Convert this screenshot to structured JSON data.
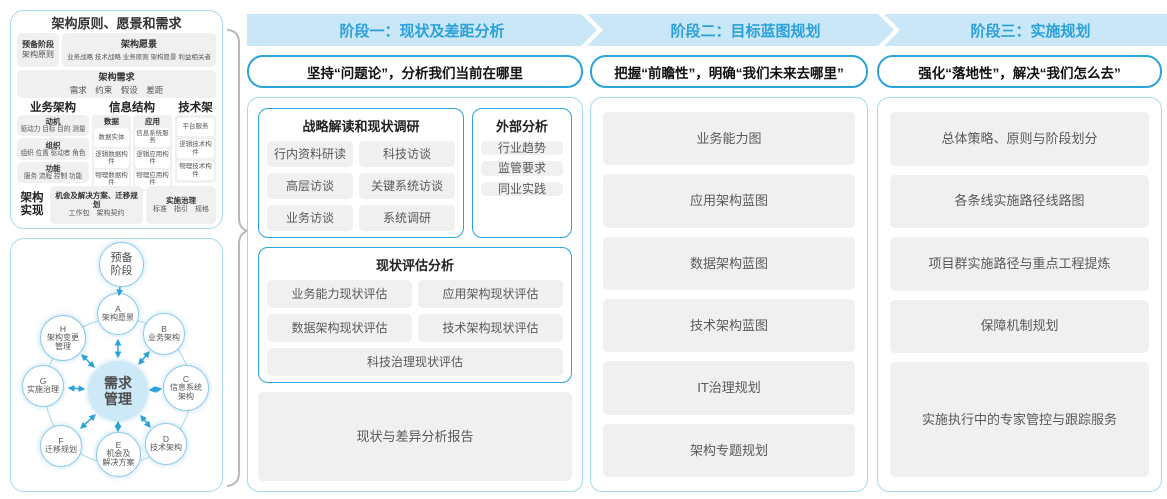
{
  "arch_panel": {
    "title": "架构原则、愿景和需求",
    "prep_line1": "预备阶段",
    "prep_line2": "架构原则",
    "vision_title": "架构愿景",
    "vision_items": "业务战略 技术战略 业务原则 架构愿景 利益相关者",
    "req_title": "架构需求",
    "req_items": "需求　约束　假设　差距",
    "business": {
      "title": "业务架构",
      "g0_title": "动机",
      "g0_items": "驱动力 目标 目的 测量",
      "g1_title": "组织",
      "g1_items": "组织 位置 驱动者 角色",
      "g2_title": "功能",
      "g2_items": "服务 流程 控制 功能"
    },
    "info": {
      "title": "信息结构",
      "data_title": "数据",
      "data_items": [
        "数据实体",
        "逻辑数据构件",
        "物理数据构件"
      ],
      "app_title": "应用",
      "app_items": [
        "信息系统服务",
        "逻辑应用构件",
        "物理应用构件"
      ]
    },
    "tech": {
      "title": "技术架构",
      "items": [
        "平台服务",
        "逻辑技术构件",
        "物理技术构件"
      ]
    },
    "impl": {
      "label": "架构实现",
      "box1_title": "机会及解决方案、迁移规划",
      "box1_items": "工作包　架构契约",
      "box2_title": "实施治理",
      "box2_items": "标准　指引　规格"
    }
  },
  "cycle": {
    "prep": "预备\n阶段",
    "center": "需求\n管理",
    "nodes": [
      {
        "id": "A",
        "label": "架构愿景"
      },
      {
        "id": "B",
        "label": "业务架构"
      },
      {
        "id": "C",
        "label": "信息系统\n架构"
      },
      {
        "id": "D",
        "label": "技术架构"
      },
      {
        "id": "E",
        "label": "机会及\n解决方案"
      },
      {
        "id": "F",
        "label": "迁移规划"
      },
      {
        "id": "G",
        "label": "实施治理"
      },
      {
        "id": "H",
        "label": "架构变更\n管理"
      }
    ]
  },
  "phase1": {
    "header": "阶段一：现状及差距分析",
    "subtitle": "坚持“问题论”，分析我们当前在哪里",
    "survey": {
      "title": "战略解读和现状调研",
      "items": [
        "行内资料研读",
        "科技访谈",
        "高层访谈",
        "关键系统访谈",
        "业务访谈",
        "系统调研"
      ]
    },
    "external": {
      "title": "外部分析",
      "items": [
        "行业趋势",
        "监管要求",
        "同业实践"
      ]
    },
    "assess": {
      "title": "现状评估分析",
      "items": [
        "业务能力现状评估",
        "应用架构现状评估",
        "数据架构现状评估",
        "技术架构现状评估",
        "科技治理现状评估"
      ]
    },
    "report": "现状与差异分析报告"
  },
  "phase2": {
    "header": "阶段二：目标蓝图规划",
    "subtitle": "把握“前瞻性”，明确“我们未来去哪里”",
    "items": [
      "业务能力图",
      "应用架构蓝图",
      "数据架构蓝图",
      "技术架构蓝图",
      "IT治理规划",
      "架构专题规划"
    ]
  },
  "phase3": {
    "header": "阶段三：实施规划",
    "subtitle": "强化“落地性”，解决“我们怎么去”",
    "items": [
      "总体策略、原则与阶段划分",
      "各条线实施路径线路图",
      "项目群实施路径与重点工程提炼",
      "保障机制规划",
      "实施执行中的专家管控与跟踪服务"
    ]
  },
  "colors": {
    "accent_blue": "#2aa3dd",
    "band_fill": "#c9e7f6",
    "panel_border": "#a5d8f0",
    "gray_box": "#f0f0f1",
    "center_circle": "#cde8f7"
  }
}
